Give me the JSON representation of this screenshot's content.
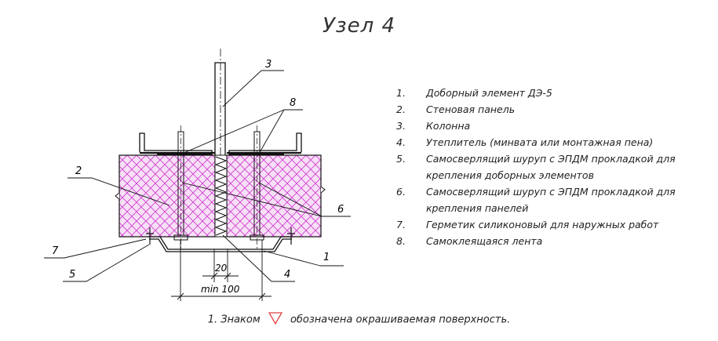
{
  "title": "Узел 4",
  "legend": [
    {
      "num": "1.",
      "text": "Доборный элемент ДЭ-5",
      "text2": ""
    },
    {
      "num": "2.",
      "text": "Стеновая панель",
      "text2": ""
    },
    {
      "num": "3.",
      "text": "Колонна",
      "text2": ""
    },
    {
      "num": "4.",
      "text": "Утеплитель (минвата или монтажная пена)",
      "text2": ""
    },
    {
      "num": "5.",
      "text": "Самосверлящий шуруп с ЭПДМ прокладкой для",
      "text2": "крепления доборных элементов"
    },
    {
      "num": "6.",
      "text": "Самосверлящий шуруп с ЭПДМ прокладкой для",
      "text2": "крепления панелей"
    },
    {
      "num": "7.",
      "text": "Герметик силиконовый для наружных работ",
      "text2": ""
    },
    {
      "num": "8.",
      "text": "Самоклеящаяся лента",
      "text2": ""
    }
  ],
  "callouts": {
    "c1": "1",
    "c2": "2",
    "c3": "3",
    "c4": "4",
    "c5": "5",
    "c6": "6",
    "c7": "7",
    "c8": "8"
  },
  "dimensions": {
    "gap": "20",
    "min": "min 100"
  },
  "note": {
    "prefix": "1. Знаком",
    "suffix": "обозначена окрашиваемая поверхность."
  },
  "colors": {
    "line": "#111111",
    "hatch": "#d040d0",
    "panel_fill": "#f4d8f4",
    "marker": "#e04040"
  }
}
